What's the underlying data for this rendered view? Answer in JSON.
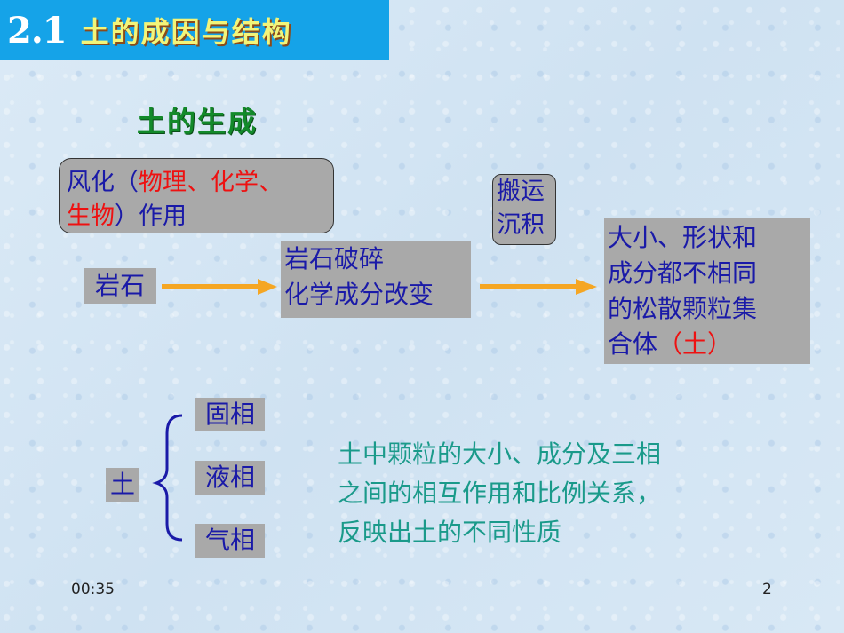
{
  "title": {
    "number": "2.1",
    "text": "土的成因与结构"
  },
  "subtitle": "土的生成",
  "weathering": {
    "prefix": "风化（",
    "types": "物理、化学、生物",
    "suffix": "）作用"
  },
  "rock": "岩石",
  "broken": {
    "line1": "岩石破碎",
    "line2": "化学成分改变"
  },
  "transport": {
    "line1": "搬运",
    "line2": "沉积"
  },
  "result": {
    "line1": "大小、形状和",
    "line2": "成分都不相同",
    "line3": "的松散颗粒集",
    "line4_prefix": "合体",
    "line4_red": "（土）"
  },
  "soil_label": "土",
  "phases": [
    "固相",
    "液相",
    "气相"
  ],
  "description": {
    "line1": "土中颗粒的大小、成分及三相",
    "line2": "之间的相互作用和比例关系，",
    "line3": "反映出土的不同性质"
  },
  "footer": {
    "time": "00:35",
    "page": "2"
  },
  "colors": {
    "title_bar": "#15a3e8",
    "title_text": "#f2f57a",
    "subtitle": "#138a2a",
    "body_text": "#1a1aa8",
    "highlight": "#ee1111",
    "description": "#1a9a8a",
    "arrow": "#f5a623",
    "box_fill": "#a9a9a9"
  }
}
